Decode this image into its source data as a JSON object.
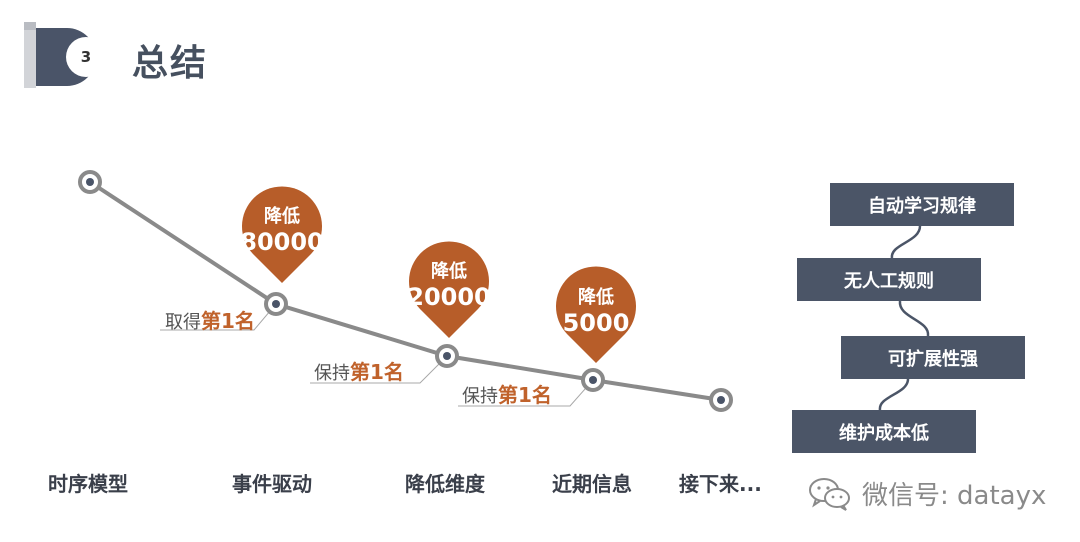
{
  "header": {
    "section_number": "3",
    "title": "总结"
  },
  "process": {
    "stages": [
      "时序模型",
      "事件驱动",
      "降低维度",
      "近期信息",
      "接下来..."
    ],
    "reductions": [
      {
        "label": "降低",
        "value": "80000"
      },
      {
        "label": "降低",
        "value": "20000"
      },
      {
        "label": "降低",
        "value": "5000"
      }
    ],
    "rankings": [
      {
        "prefix": "取得",
        "highlight": "第1名"
      },
      {
        "prefix": "保持",
        "highlight": "第1名"
      },
      {
        "prefix": "保持",
        "highlight": "第1名"
      }
    ]
  },
  "advantages": [
    "自动学习规律",
    "无人工规则",
    "可扩展性强",
    "维护成本低"
  ],
  "watermark": {
    "text": "微信号: datayx",
    "icon": "wechat-icon"
  },
  "colors": {
    "accent": "#b75d29",
    "box": "#4b5567",
    "line": "#8a8a8a",
    "title": "#46505f"
  }
}
